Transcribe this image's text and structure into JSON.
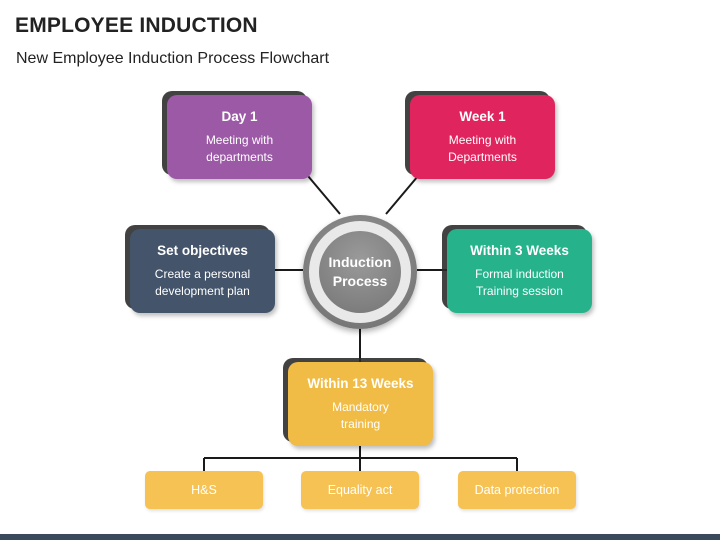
{
  "header": {
    "title": "EMPLOYEE INDUCTION",
    "subtitle": "New Employee Induction Process Flowchart"
  },
  "hub": {
    "label": "Induction\nProcess"
  },
  "nodes": {
    "day1": {
      "title": "Day 1",
      "desc": "Meeting with\ndepartments",
      "color": "#9b59a6"
    },
    "week1": {
      "title": "Week 1",
      "desc": "Meeting with\nDepartments",
      "color": "#e0245e"
    },
    "objectives": {
      "title": "Set objectives",
      "desc": "Create a personal\ndevelopment plan",
      "color": "#44546a"
    },
    "week3": {
      "title": "Within 3 Weeks",
      "desc": "Formal induction\nTraining session",
      "color": "#26b38c"
    },
    "week13": {
      "title": "Within 13 Weeks",
      "desc": "Mandatory\ntraining",
      "color": "#f0bc45"
    }
  },
  "sub_items": [
    {
      "label": "H&S",
      "color": "#f5c253"
    },
    {
      "label": "Equality act",
      "color": "#f5c253"
    },
    {
      "label": "Data protection",
      "color": "#f5c253"
    }
  ],
  "colors": {
    "connector": "#1a1a1a",
    "footer": "#3a4a5c"
  }
}
